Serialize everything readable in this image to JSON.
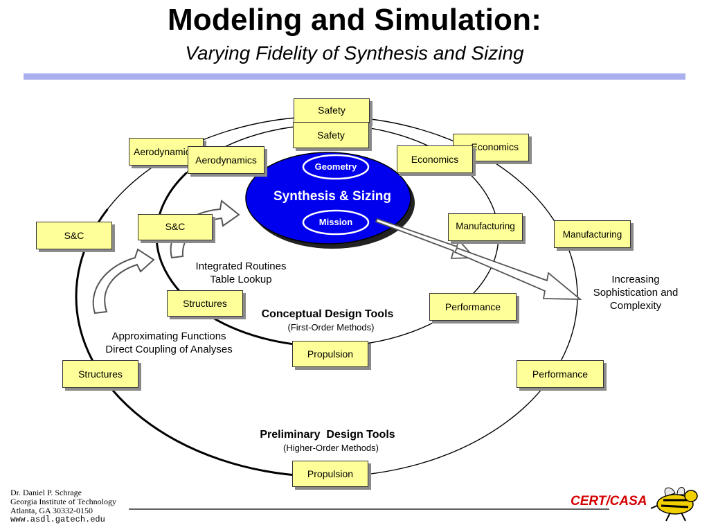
{
  "header": {
    "title": "Modeling and Simulation:",
    "subtitle": "Varying Fidelity of Synthesis and Sizing"
  },
  "center": {
    "title": "Synthesis & Sizing",
    "top_label": "Geometry",
    "bottom_label": "Mission"
  },
  "outer_ring": {
    "title": "Preliminary  Design Tools",
    "subtitle": "(Higher-Order Methods)",
    "boxes": {
      "safety": "Safety",
      "aerodynamics": "Aerodynamics",
      "economics": "Economics",
      "sc": "S&C",
      "manufacturing": "Manufacturing",
      "structures": "Structures",
      "performance": "Performance",
      "propulsion": "Propulsion"
    }
  },
  "inner_ring": {
    "title": "Conceptual Design Tools",
    "subtitle": "(First-Order Methods)",
    "boxes": {
      "safety": "Safety",
      "aerodynamics": "Aerodynamics",
      "economics": "Economics",
      "sc": "S&C",
      "manufacturing": "Manufacturing",
      "structures": "Structures",
      "performance": "Performance",
      "propulsion": "Propulsion"
    }
  },
  "annotations": {
    "integrated_line1": "Integrated Routines",
    "integrated_line2": "Table Lookup",
    "approx_line1": "Approximating Functions",
    "approx_line2": "Direct Coupling of Analyses",
    "increasing_line1": "Increasing",
    "increasing_line2": "Sophistication and",
    "increasing_line3": "Complexity"
  },
  "footer": {
    "line1": "Dr. Daniel P. Schrage",
    "line2": "Georgia Institute of Technology",
    "line3": "Atlanta, GA  30332-0150",
    "line4": "www.asdl.gatech.edu",
    "logo_text": "CERT/CASA"
  },
  "colors": {
    "box_fill": "#ffff99",
    "center_fill": "#0000ee",
    "accent_rule": "#aab0ee",
    "logo_red": "#d40000"
  }
}
